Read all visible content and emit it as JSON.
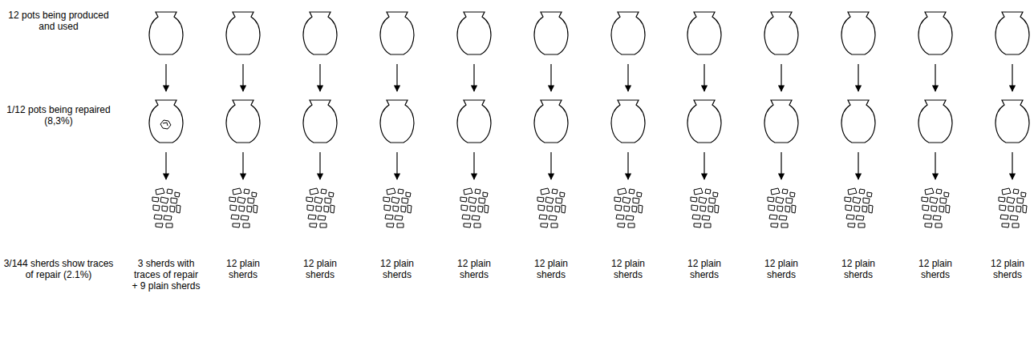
{
  "diagram": {
    "labels": [
      "12 pots being produced and used",
      "1/12 pots being repaired (8,3%)",
      "3/144 sherds show traces of repair (2.1%)",
      "3 sherds with traces of repair + 9 plain sherds",
      "12 plain sherds",
      "12 plain sherds",
      "12 plain sherds",
      "12 plain sherds",
      "12 plain sherds",
      "12 plain sherds",
      "12 plain sherds",
      "12 plain sherds",
      "12 plain sherds",
      "12 plain sherds",
      "12 plain sherds"
    ]
  }
}
